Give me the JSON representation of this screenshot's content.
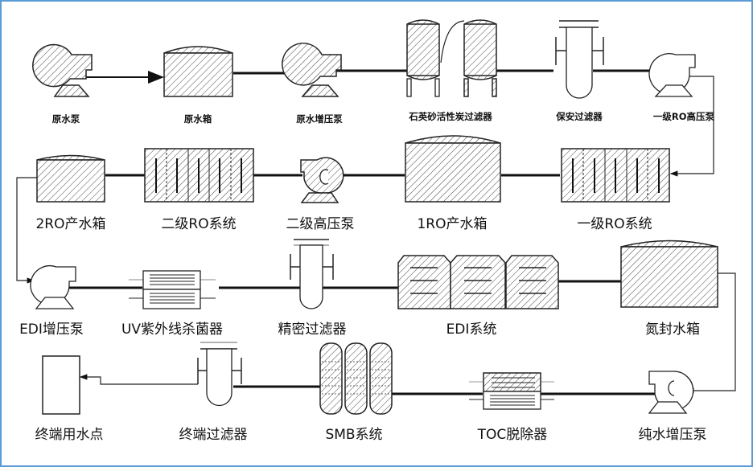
{
  "diagram": {
    "title": "",
    "frame_color": "#5b9bd5",
    "equipment": [
      {
        "id": "raw-water-pump",
        "label": "原水泵",
        "icon": "pump-icon"
      },
      {
        "id": "raw-water-tank",
        "label": "原水箱",
        "icon": "tank-icon"
      },
      {
        "id": "raw-water-booster-pump",
        "label": "原水增压泵",
        "icon": "pump-icon"
      },
      {
        "id": "sand-carbon-filter",
        "label": "石英砂活性炭过滤器",
        "icon": "filter-vessel-icon"
      },
      {
        "id": "security-filter",
        "label": "保安过滤器",
        "icon": "cartridge-filter-icon"
      },
      {
        "id": "ro1-high-pressure-pump",
        "label": "一级RO高压泵",
        "icon": "pump-icon"
      },
      {
        "id": "ro1-system",
        "label": "一级RO系统",
        "icon": "ro-membrane-icon"
      },
      {
        "id": "ro1-product-tank",
        "label": "1RO产水箱",
        "icon": "tank-icon"
      },
      {
        "id": "ro2-high-pressure-pump",
        "label": "二级高压泵",
        "icon": "pump-icon"
      },
      {
        "id": "ro2-system",
        "label": "二级RO系统",
        "icon": "ro-membrane-icon"
      },
      {
        "id": "ro2-product-tank",
        "label": "2RO产水箱",
        "icon": "tank-icon"
      },
      {
        "id": "edi-booster-pump",
        "label": "EDI增压泵",
        "icon": "pump-icon"
      },
      {
        "id": "uv-sterilizer",
        "label": "UV紫外线杀菌器",
        "icon": "uv-sterilizer-icon"
      },
      {
        "id": "precision-filter",
        "label": "精密过滤器",
        "icon": "cartridge-filter-icon"
      },
      {
        "id": "edi-system",
        "label": "EDI系统",
        "icon": "edi-module-icon"
      },
      {
        "id": "nitrogen-seal-tank",
        "label": "氮封水箱",
        "icon": "tank-icon"
      },
      {
        "id": "pure-water-booster-pump",
        "label": "纯水增压泵",
        "icon": "pump-icon"
      },
      {
        "id": "toc-remover",
        "label": "TOC脱除器",
        "icon": "toc-remover-icon"
      },
      {
        "id": "smb-system",
        "label": "SMB系统",
        "icon": "smb-column-icon"
      },
      {
        "id": "terminal-filter",
        "label": "终端过滤器",
        "icon": "cartridge-filter-icon"
      },
      {
        "id": "point-of-use",
        "label": "终端用水点",
        "icon": "point-of-use-icon"
      }
    ]
  }
}
